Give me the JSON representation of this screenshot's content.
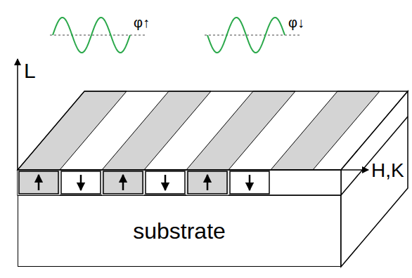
{
  "diagram": {
    "nodes": [
      {
        "text": [
          "substrate"
        ]
      }
    ],
    "labels": [
      "φ↑",
      "φ↓",
      "L",
      "H,K"
    ]
  }
}
